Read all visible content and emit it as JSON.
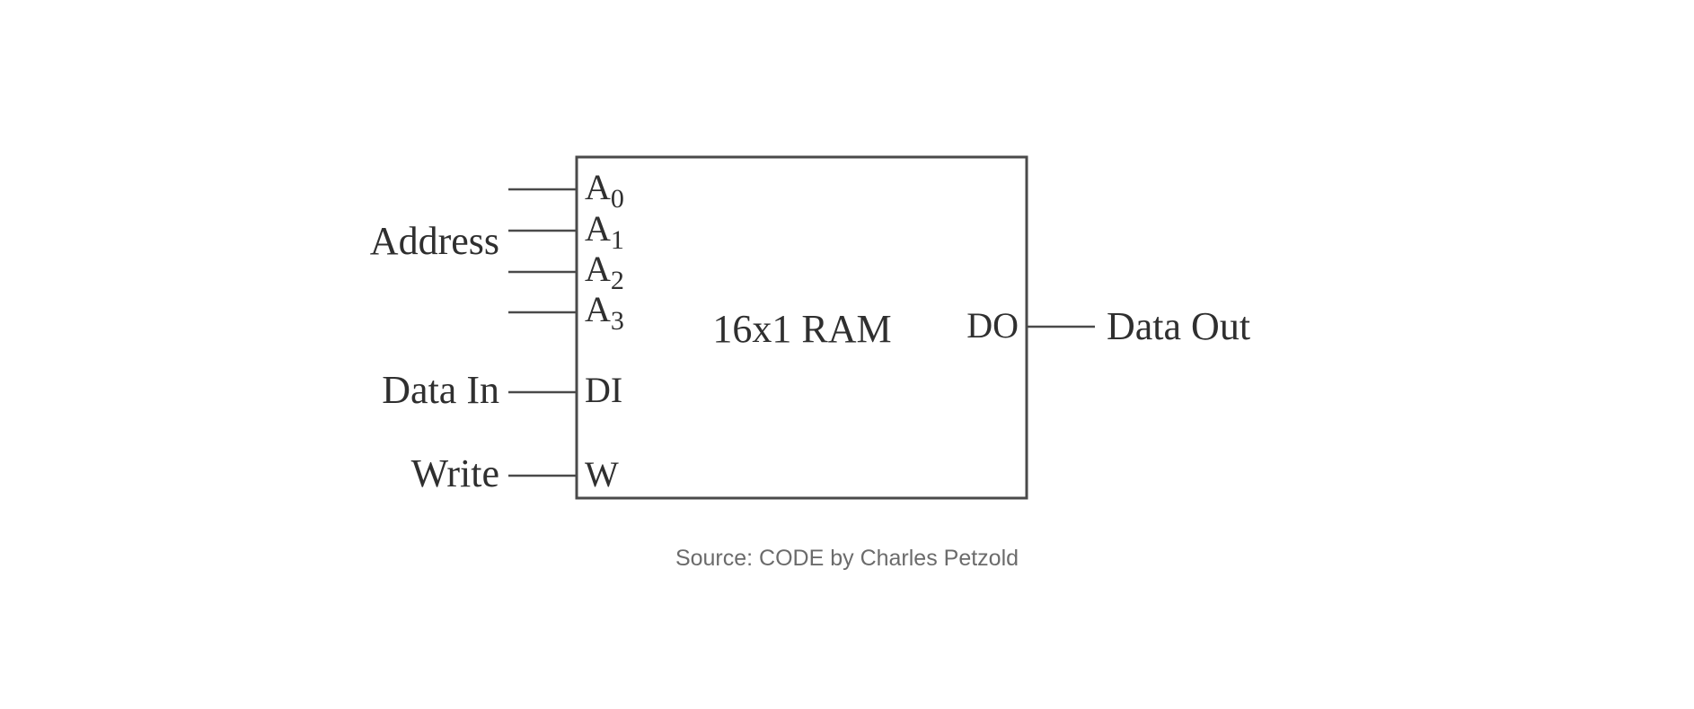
{
  "diagram": {
    "chip_label": "16x1 RAM",
    "address_label": "Address",
    "data_in_label": "Data In",
    "write_label": "Write",
    "data_out_label": "Data Out",
    "address_pins": [
      {
        "letter": "A",
        "sub": "0"
      },
      {
        "letter": "A",
        "sub": "1"
      },
      {
        "letter": "A",
        "sub": "2"
      },
      {
        "letter": "A",
        "sub": "3"
      }
    ],
    "pin_di": "DI",
    "pin_w": "W",
    "pin_do": "DO"
  },
  "caption": "Source: CODE by Charles Petzold"
}
